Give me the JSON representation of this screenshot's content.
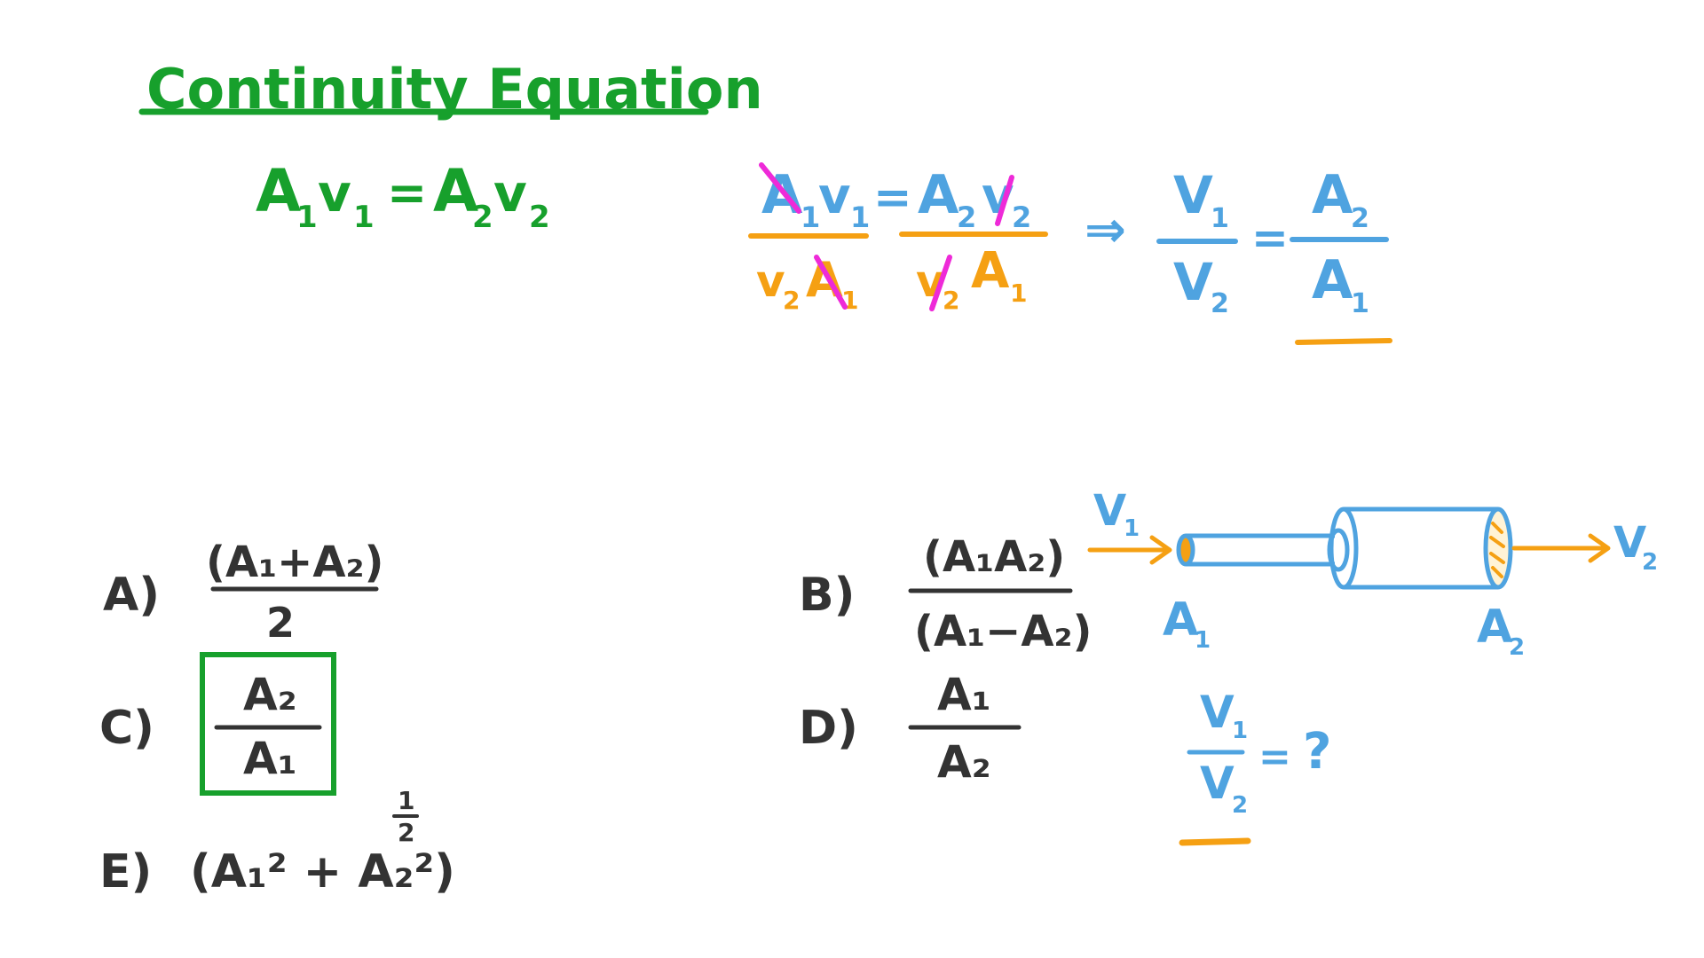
{
  "colors": {
    "green": "#17a02c",
    "blue": "#4fa3e0",
    "orange": "#f5a013",
    "magenta": "#ee2ad8",
    "dark": "#333333"
  },
  "title": "Continuity Equation",
  "main_equation": {
    "lhs": "A",
    "lhs_v": "v",
    "sub1": "1",
    "sub2": "2",
    "eq": "=",
    "rhs": "A",
    "rhs_v": "v"
  },
  "derivation": {
    "A": "A",
    "v": "v",
    "V": "V",
    "one": "1",
    "two": "2",
    "eq": "=",
    "implies": "⇒"
  },
  "question": {
    "V": "V",
    "one": "1",
    "two": "2",
    "eq": "=",
    "qmark": "?"
  },
  "diagram": {
    "v1_label": "V",
    "v2_label": "V",
    "a_label": "A",
    "one": "1",
    "two": "2"
  },
  "options": [
    {
      "letter": "A)",
      "numerator": "(A₁+A₂)",
      "denominator": "2"
    },
    {
      "letter": "B)",
      "numerator": "(A₁A₂)",
      "denominator": "(A₁−A₂)"
    },
    {
      "letter": "C)",
      "numerator": "A₂",
      "denominator": "A₁",
      "selected": true
    },
    {
      "letter": "D)",
      "numerator": "A₁",
      "denominator": "A₂"
    },
    {
      "letter": "E)",
      "expression": "(A₁² + A₂²)",
      "exponent_num": "1",
      "exponent_den": "2"
    }
  ]
}
